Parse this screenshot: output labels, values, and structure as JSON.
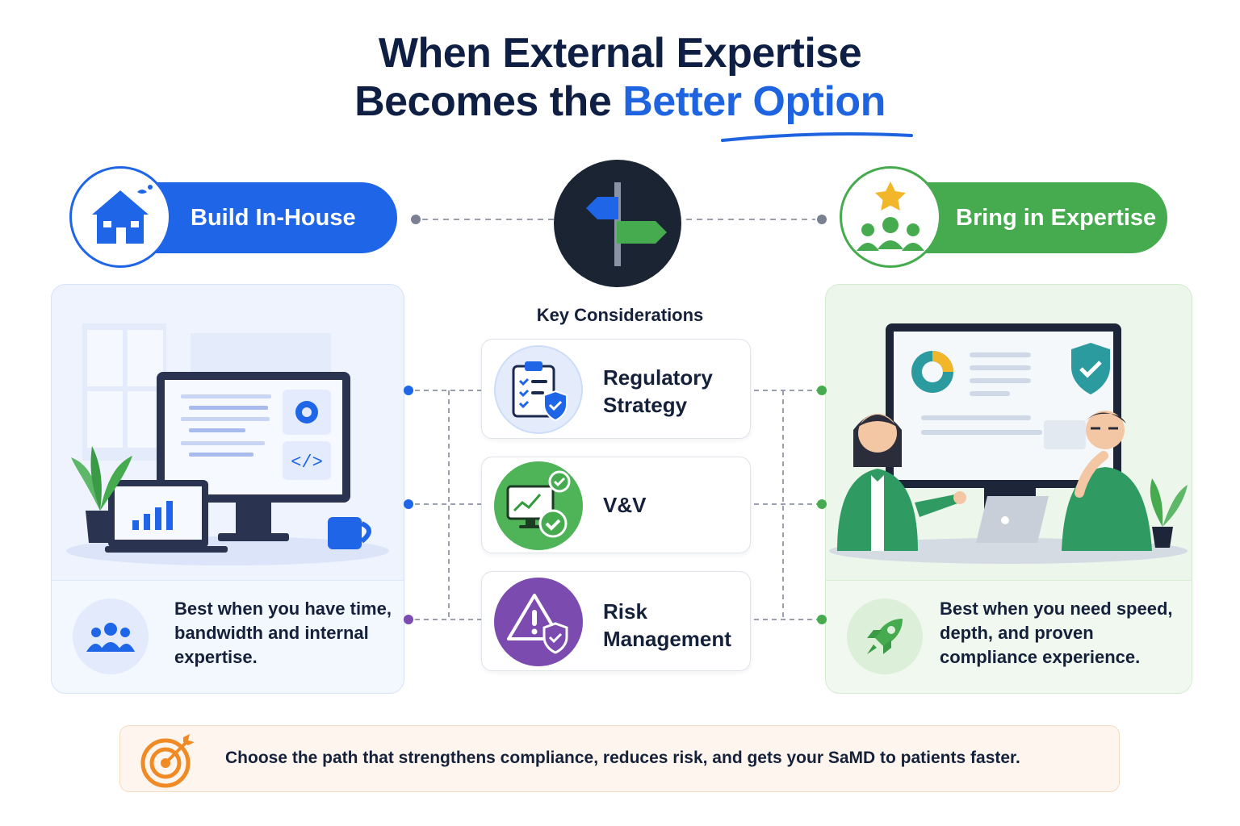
{
  "title": {
    "line1": "When External Expertise",
    "line2_prefix": "Becomes the ",
    "line2_accent": "Better Option"
  },
  "left": {
    "label": "Build In-House",
    "description": "Best when you have time, bandwidth and internal expertise."
  },
  "right": {
    "label": "Bring in Expertise",
    "description": "Best when you need speed, depth, and proven compliance experience."
  },
  "considerations": {
    "title": "Key Considerations",
    "items": [
      {
        "label": "Regulatory Strategy",
        "icon": "clipboard-shield-icon"
      },
      {
        "label": "V&V",
        "icon": "monitor-check-icon"
      },
      {
        "label": "Risk Management",
        "icon": "warning-shield-icon"
      }
    ]
  },
  "footer": "Choose the path  that strengthens compliance, reduces risk, and gets your SaMD to patients faster.",
  "colors": {
    "blue": "#1f65e8",
    "green": "#46ab4e",
    "purple": "#7c4bb0",
    "navy": "#0f1f44",
    "orange": "#f08a24"
  }
}
